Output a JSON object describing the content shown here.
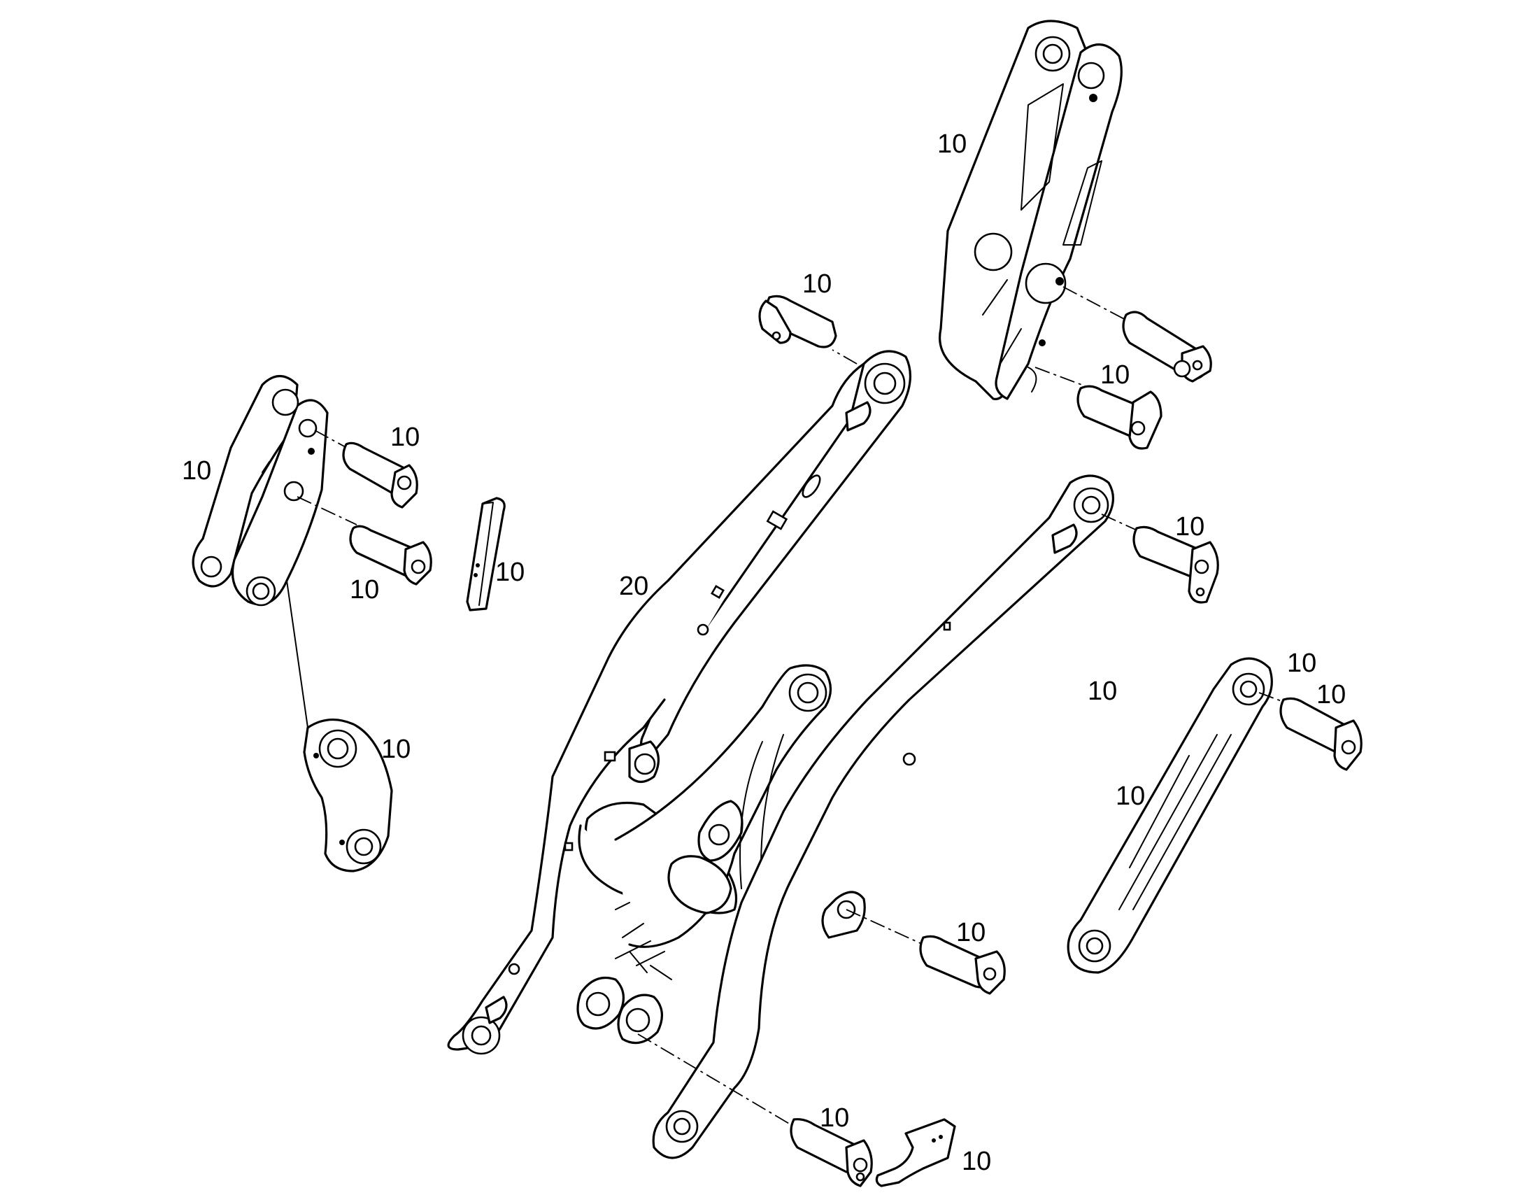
{
  "diagram": {
    "title": "",
    "callouts": [
      {
        "id": "c1",
        "text": "10"
      },
      {
        "id": "c2",
        "text": "10"
      },
      {
        "id": "c3",
        "text": "10"
      },
      {
        "id": "c4",
        "text": "10"
      },
      {
        "id": "c5",
        "text": "10"
      },
      {
        "id": "c6",
        "text": "10"
      },
      {
        "id": "c7",
        "text": "10"
      },
      {
        "id": "c8",
        "text": "10"
      },
      {
        "id": "c9",
        "text": "20"
      },
      {
        "id": "c10",
        "text": "10"
      },
      {
        "id": "c11",
        "text": "10"
      },
      {
        "id": "c12",
        "text": "10"
      },
      {
        "id": "c13",
        "text": "10"
      },
      {
        "id": "c14",
        "text": "10"
      },
      {
        "id": "c15",
        "text": "10"
      },
      {
        "id": "c16",
        "text": "10"
      },
      {
        "id": "c17",
        "text": "10"
      }
    ]
  }
}
